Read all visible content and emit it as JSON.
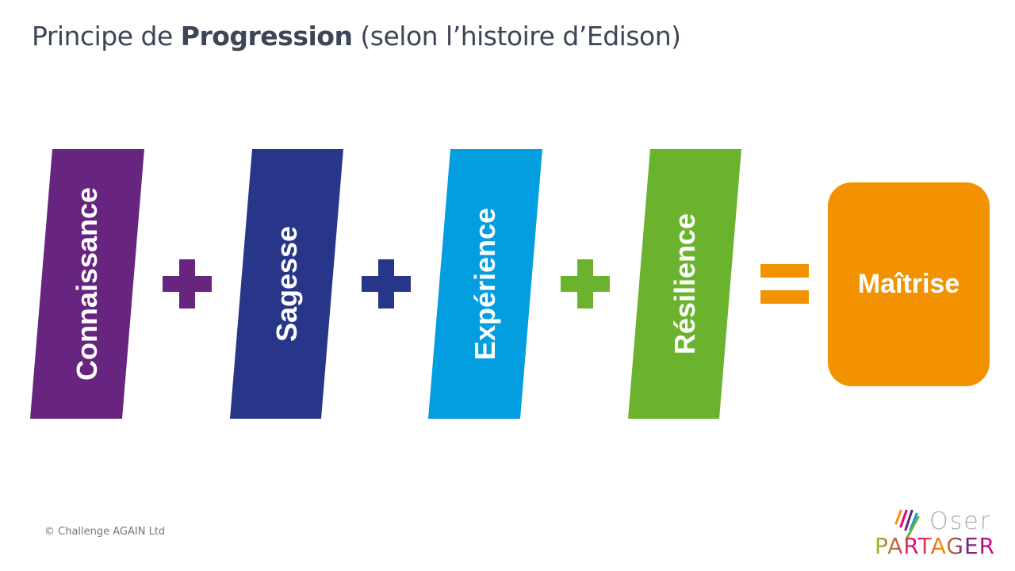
{
  "title": {
    "prefix": "Principe de ",
    "bold": "Progression",
    "suffix": " (selon l’histoire d’Edison)"
  },
  "items": [
    {
      "label": "Connaissance",
      "color": "#68257f"
    },
    {
      "label": "Sagesse",
      "color": "#283689"
    },
    {
      "label": "Expérience",
      "color": "#039ee0"
    },
    {
      "label": "Résilience",
      "color": "#6bb32e"
    }
  ],
  "operators": {
    "plus": "+",
    "equals": "="
  },
  "result": {
    "label": "Maîtrise",
    "color": "#f39200"
  },
  "footer": {
    "copyright": "© Challenge AGAIN Ltd"
  },
  "logo": {
    "line1": "Oser",
    "line2": "PARTAGER"
  }
}
